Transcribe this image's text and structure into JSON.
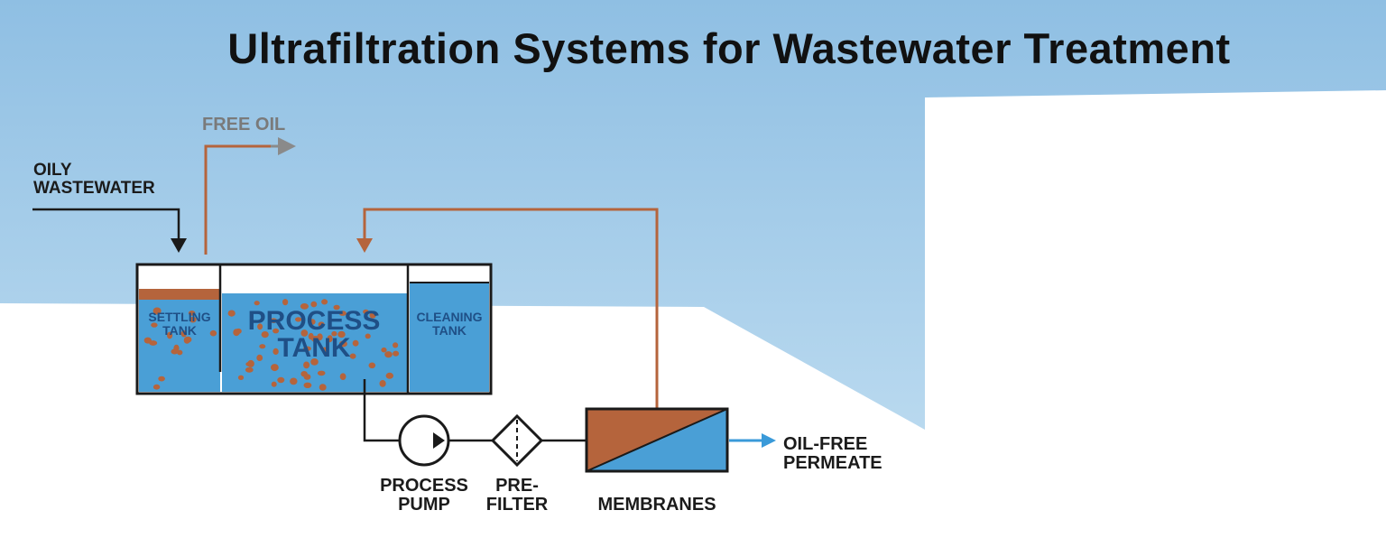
{
  "title": "Ultrafiltration Systems for Wastewater Treatment",
  "labels": {
    "free_oil": "FREE OIL",
    "oily_wastewater": [
      "OILY",
      "WASTEWATER"
    ],
    "settling_tank": [
      "SETTLING",
      "TANK"
    ],
    "process_tank": [
      "PROCESS",
      "TANK"
    ],
    "cleaning_tank": [
      "CLEANING",
      "TANK"
    ],
    "process_pump": [
      "PROCESS",
      "PUMP"
    ],
    "pre_filter": [
      "PRE-",
      "FILTER"
    ],
    "membranes": "MEMBRANES",
    "oil_free_permeate": [
      "OIL-FREE",
      "PERMEATE"
    ]
  },
  "colors": {
    "sky_blue": "#a8cde8",
    "water_blue": "#4a9fd6",
    "oil_brown": "#b5643c",
    "pipe_dark": "#1a1a1a",
    "permeate_blue": "#3a9ad9",
    "free_oil_gray": "#7a7a7a"
  }
}
